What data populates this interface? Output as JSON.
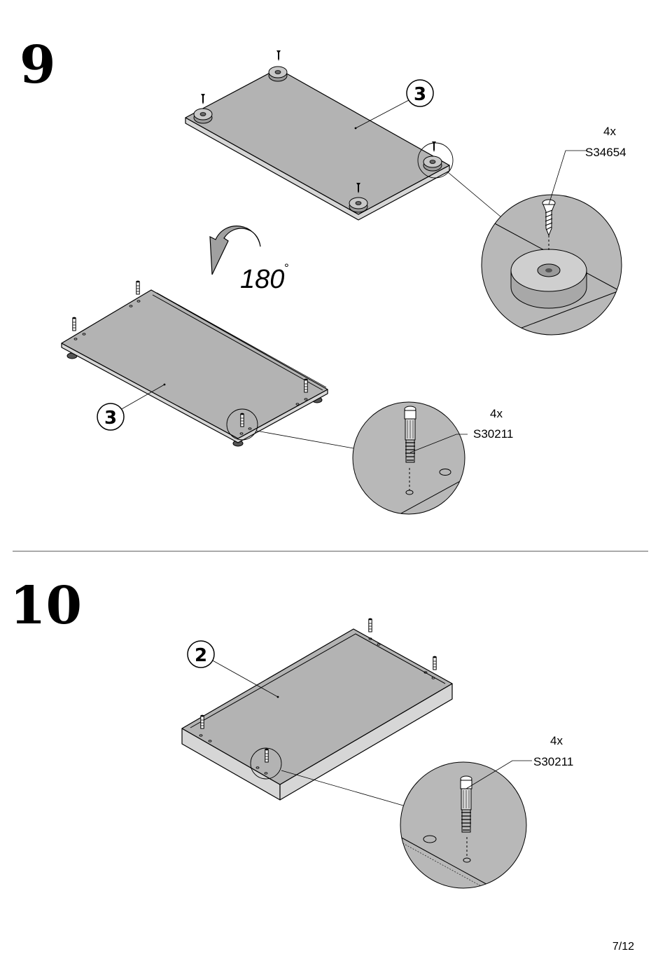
{
  "steps": [
    {
      "number": "9",
      "part": "3",
      "rotation": "180",
      "rotation_unit": "°",
      "fittings": [
        {
          "qty": "4x",
          "code": "S34654",
          "icon": "screw-icon"
        },
        {
          "qty": "4x",
          "code": "S30211",
          "icon": "cam-dowel-icon"
        }
      ]
    },
    {
      "number": "10",
      "part": "2",
      "fittings": [
        {
          "qty": "4x",
          "code": "S30211",
          "icon": "cam-dowel-icon"
        }
      ]
    }
  ],
  "page_number": "7/12",
  "colors": {
    "board": "#b3b3b3",
    "edge": "#d6d6d6",
    "ink": "#000000"
  }
}
